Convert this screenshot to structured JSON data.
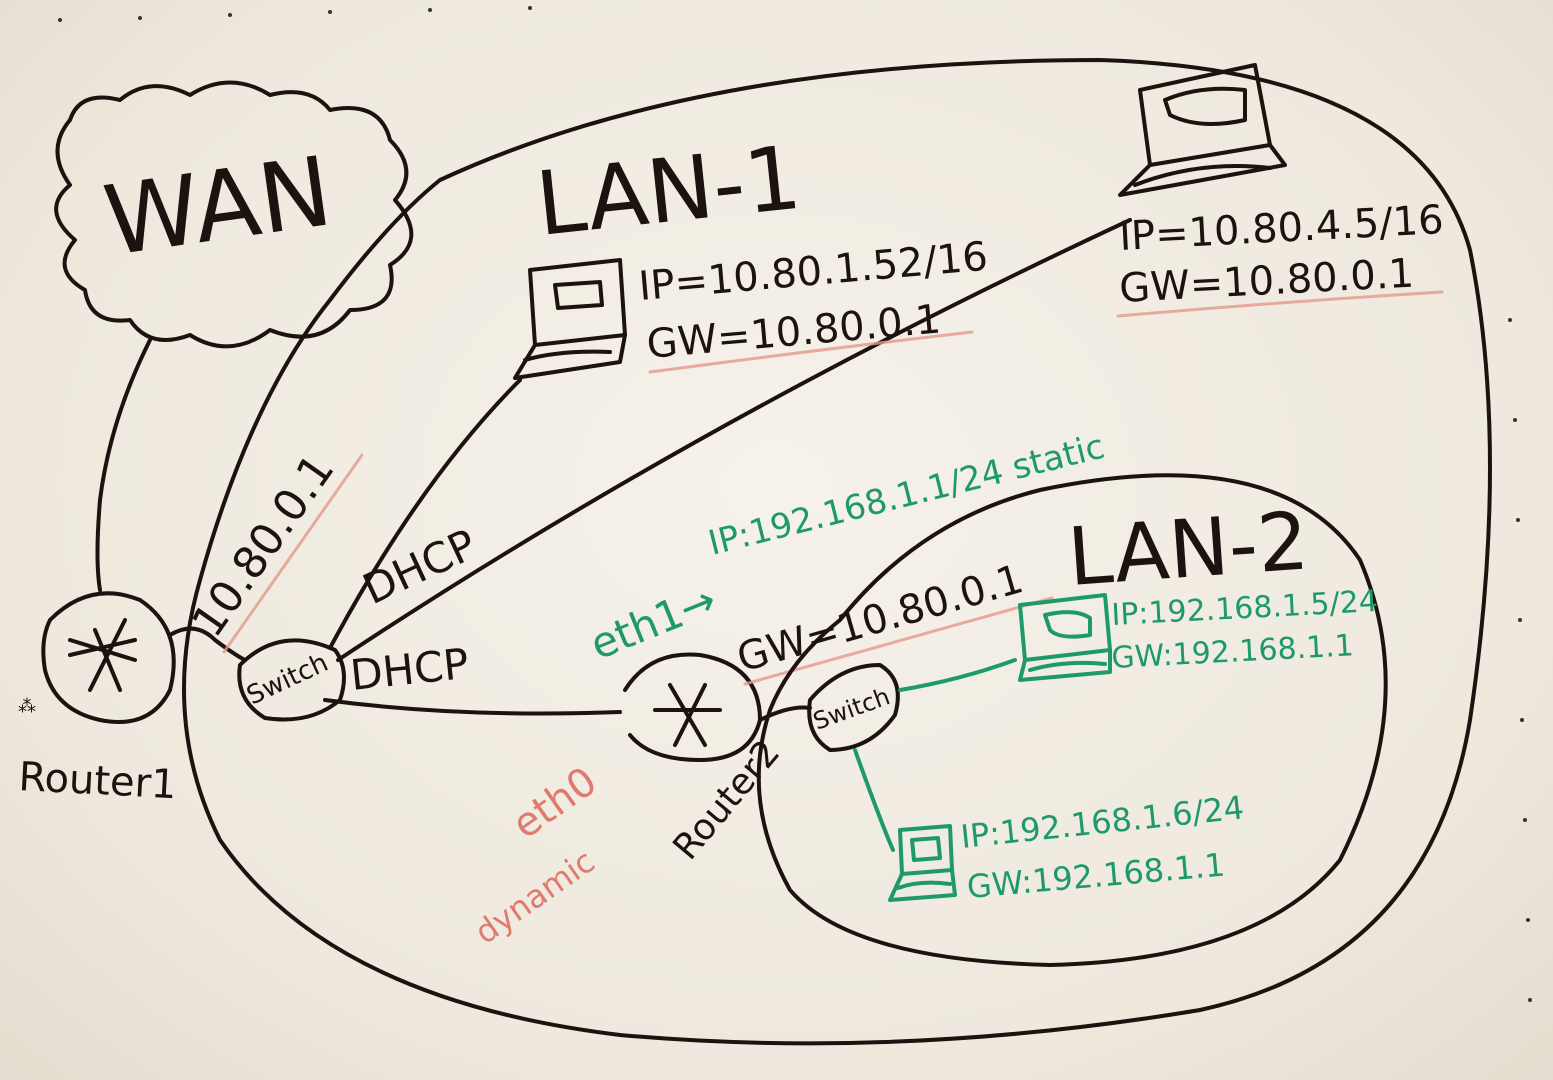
{
  "colors": {
    "board": "#f3efe6",
    "black_marker": "#1c1210",
    "green_marker": "#1e9a6a",
    "red_marker": "#e07a6c"
  },
  "wan": {
    "label": "WAN"
  },
  "router1": {
    "label": "Router1",
    "icon": "router-icon"
  },
  "switch1": {
    "label": "Switch",
    "ip": "10.80.0.1"
  },
  "links": {
    "dhcp_1": "DHCP",
    "dhcp_2": "DHCP"
  },
  "lan1": {
    "label": "LAN-1",
    "host1": {
      "ip": "IP=10.80.1.52/16",
      "gw": "GW=10.80.0.1",
      "icon": "laptop-icon"
    },
    "host2": {
      "ip": "IP=10.80.4.5/16",
      "gw": "GW=10.80.0.1",
      "icon": "laptop-icon"
    }
  },
  "router2": {
    "label": "Router2",
    "eth0": "eth0",
    "eth0_mode": "dynamic",
    "eth1": "eth1→",
    "eth1_ip": "IP:192.168.1.1/24 static",
    "gw": "GW=10.80.0.1"
  },
  "lan2": {
    "label": "LAN-2",
    "switch": "Switch",
    "host1": {
      "ip": "IP:192.168.1.5/24",
      "gw": "GW:192.168.1.1",
      "icon": "laptop-icon"
    },
    "host2": {
      "ip": "IP:192.168.1.6/24",
      "gw": "GW:192.168.1.1",
      "icon": "laptop-icon"
    }
  }
}
